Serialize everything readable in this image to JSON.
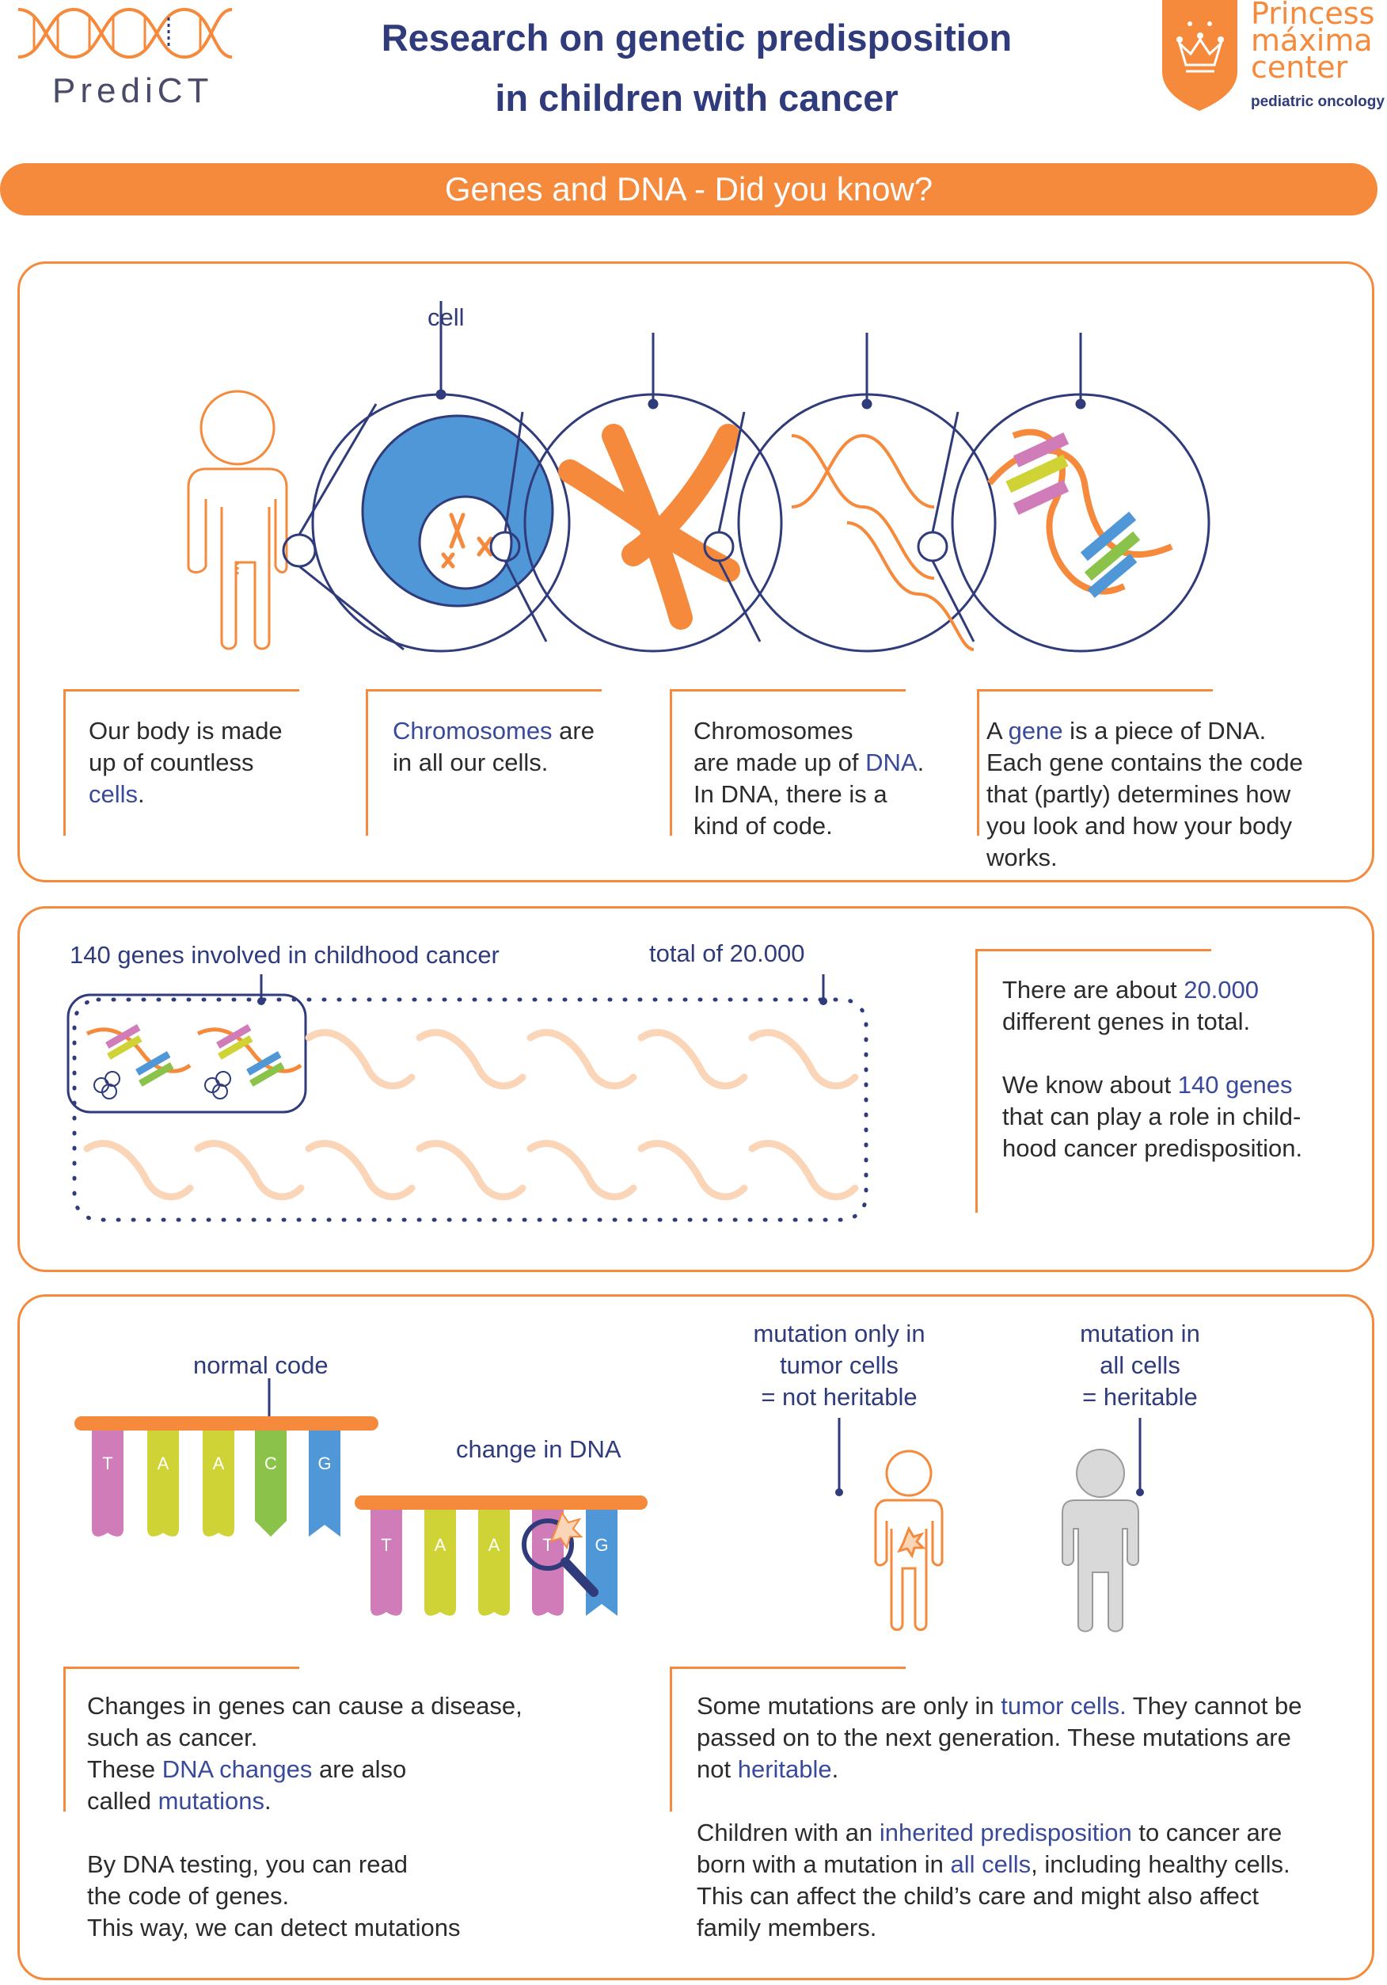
{
  "header": {
    "logo_text": "PrediCT",
    "title_line1": "Research on genetic predisposition",
    "title_line2": "in children with cancer",
    "partner_line1": "Princess",
    "partner_line2": "máxima",
    "partner_line3": "center",
    "partner_line4": "pediatric oncology"
  },
  "banner": {
    "title": "Genes and DNA - Did you know?"
  },
  "section1": {
    "cell_label": "cell",
    "cards": [
      {
        "parts": [
          "Our body is made",
          "up of countless",
          "cells",
          "."
        ]
      },
      {
        "parts": [
          "Chromosomes",
          " are",
          "in all our cells."
        ]
      },
      {
        "parts": [
          "Chromosomes",
          "are made up of ",
          "DNA",
          ".",
          "In DNA, there is a",
          "kind of code."
        ]
      },
      {
        "parts": [
          "A ",
          "gene",
          " is a piece of DNA.",
          "Each gene contains the code",
          "that (partly) determines how",
          "you look and how your body",
          "works."
        ]
      }
    ]
  },
  "section2": {
    "label_involved": "140 genes involved in childhood cancer",
    "label_total": "total of 20.000",
    "p1_parts": [
      "There are about ",
      "20.000",
      "different genes in total."
    ],
    "p2_parts": [
      "We know about ",
      "140 genes",
      "that can play a role in child-",
      "hood cancer predisposition."
    ]
  },
  "section3": {
    "normal_label": "normal code",
    "change_label": "change in DNA",
    "normal_letters": [
      "T",
      "A",
      "A",
      "C",
      "G"
    ],
    "changed_letters": [
      "T",
      "A",
      "A",
      "T",
      "G"
    ],
    "tumor_label": [
      "mutation only in",
      "tumor cells",
      "= not heritable"
    ],
    "all_label": [
      "mutation in",
      "all cells",
      "= heritable"
    ],
    "left_text": {
      "l1": "Changes in genes can cause a disease,",
      "l2": "such as cancer.",
      "l3a": "These ",
      "l3b": "DNA changes",
      "l3c": " are also",
      "l4a": "called ",
      "l4b": "mutations",
      "l4c": ".",
      "l5": "By DNA testing, you can read",
      "l6": "the code of genes.",
      "l7": "This way, we can detect mutations"
    },
    "right_text": {
      "a1a": "Some mutations are only in ",
      "a1b": "tumor cells.",
      "a1c": " They cannot be",
      "a2": "passed on to the next generation. These mutations are",
      "a3a": "not ",
      "a3b": "heritable",
      "a3c": ".",
      "b1a": "Children with an ",
      "b1b": "inherited predisposition",
      "b1c": " to cancer are",
      "b2a": "born with a mutation in ",
      "b2b": "all cells",
      "b2c": ", including healthy cells.",
      "b3": "This can affect the child’s care and might also affect",
      "b4": "family members."
    }
  },
  "colors": {
    "orange": "#f58a3c",
    "navy": "#2f3b7a",
    "blue": "#4f97d6",
    "pink": "#d07cb8",
    "yellow": "#cfd335",
    "green": "#8bc24a",
    "peach": "#fbd5b8",
    "grey": "#d9d9d9"
  }
}
